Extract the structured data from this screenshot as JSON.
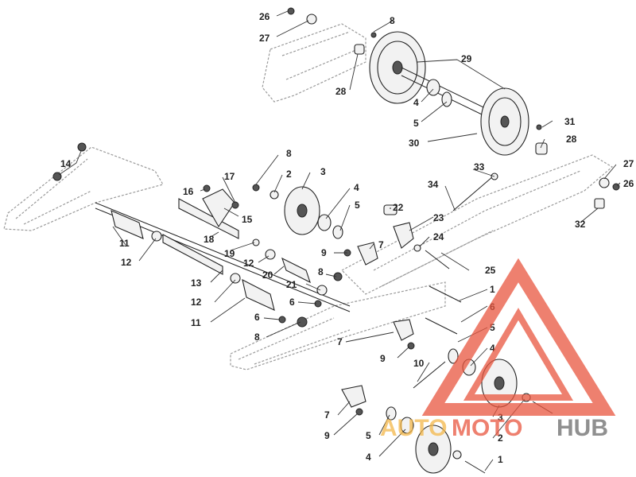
{
  "diagram": {
    "callouts": [
      {
        "id": "c26a",
        "label": "26"
      },
      {
        "id": "c27a",
        "label": "27"
      },
      {
        "id": "c8a",
        "label": "8"
      },
      {
        "id": "c29",
        "label": "29"
      },
      {
        "id": "c28a",
        "label": "28"
      },
      {
        "id": "c4a",
        "label": "4"
      },
      {
        "id": "c5a",
        "label": "5"
      },
      {
        "id": "c31",
        "label": "31"
      },
      {
        "id": "c30",
        "label": "30"
      },
      {
        "id": "c28b",
        "label": "28"
      },
      {
        "id": "c14",
        "label": "14"
      },
      {
        "id": "c8b",
        "label": "8"
      },
      {
        "id": "c2a",
        "label": "2"
      },
      {
        "id": "c3a",
        "label": "3"
      },
      {
        "id": "c17",
        "label": "17"
      },
      {
        "id": "c16",
        "label": "16"
      },
      {
        "id": "c15",
        "label": "15"
      },
      {
        "id": "c4b",
        "label": "4"
      },
      {
        "id": "c33",
        "label": "33"
      },
      {
        "id": "c34",
        "label": "34"
      },
      {
        "id": "c27b",
        "label": "27"
      },
      {
        "id": "c26b",
        "label": "26"
      },
      {
        "id": "c22",
        "label": "22"
      },
      {
        "id": "c5b",
        "label": "5"
      },
      {
        "id": "c23",
        "label": "23"
      },
      {
        "id": "c11a",
        "label": "11"
      },
      {
        "id": "c18",
        "label": "18"
      },
      {
        "id": "c32",
        "label": "32"
      },
      {
        "id": "c12a",
        "label": "12"
      },
      {
        "id": "c19",
        "label": "19"
      },
      {
        "id": "c7a",
        "label": "7"
      },
      {
        "id": "c24",
        "label": "24"
      },
      {
        "id": "c9a",
        "label": "9"
      },
      {
        "id": "c12b",
        "label": "12"
      },
      {
        "id": "c25",
        "label": "25"
      },
      {
        "id": "c20",
        "label": "20"
      },
      {
        "id": "c8c",
        "label": "8"
      },
      {
        "id": "c13",
        "label": "13"
      },
      {
        "id": "c21",
        "label": "21"
      },
      {
        "id": "c1a",
        "label": "1"
      },
      {
        "id": "c12c",
        "label": "12"
      },
      {
        "id": "c6a",
        "label": "6"
      },
      {
        "id": "c6b",
        "label": "6"
      },
      {
        "id": "c11b",
        "label": "11"
      },
      {
        "id": "c6c",
        "label": "6"
      },
      {
        "id": "c5c",
        "label": "5"
      },
      {
        "id": "c8d",
        "label": "8"
      },
      {
        "id": "c7b",
        "label": "7"
      },
      {
        "id": "c4c",
        "label": "4"
      },
      {
        "id": "c9b",
        "label": "9"
      },
      {
        "id": "c10",
        "label": "10"
      },
      {
        "id": "c7c",
        "label": "7"
      },
      {
        "id": "c3b",
        "label": "3"
      },
      {
        "id": "c9c",
        "label": "9"
      },
      {
        "id": "c5d",
        "label": "5"
      },
      {
        "id": "c2b",
        "label": "2"
      },
      {
        "id": "c4d",
        "label": "4"
      },
      {
        "id": "c1b",
        "label": "1"
      }
    ]
  },
  "watermark": {
    "text_part1": "AUTO",
    "text_part2": "MOTO",
    "text_part3": "HUB",
    "colors": {
      "auto": "#f4b84a",
      "moto": "#e9563f",
      "hub": "#6b6b6b",
      "triangle": "#e9563f"
    }
  }
}
